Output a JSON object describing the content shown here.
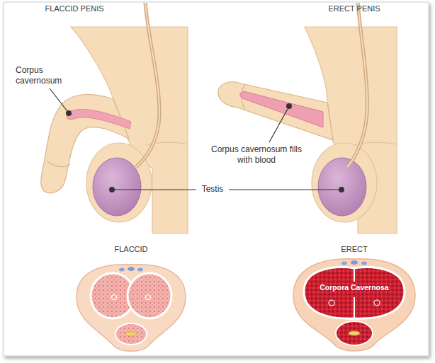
{
  "diagram": {
    "labels": [
      "FLACCID PENIS",
      "ERECT PENIS",
      "Corpus cavernosum",
      "Corpus cavernosum fills with blood",
      "Testis",
      "FLACCID",
      "ERECT",
      "Corpora Cavernosa"
    ]
  }
}
